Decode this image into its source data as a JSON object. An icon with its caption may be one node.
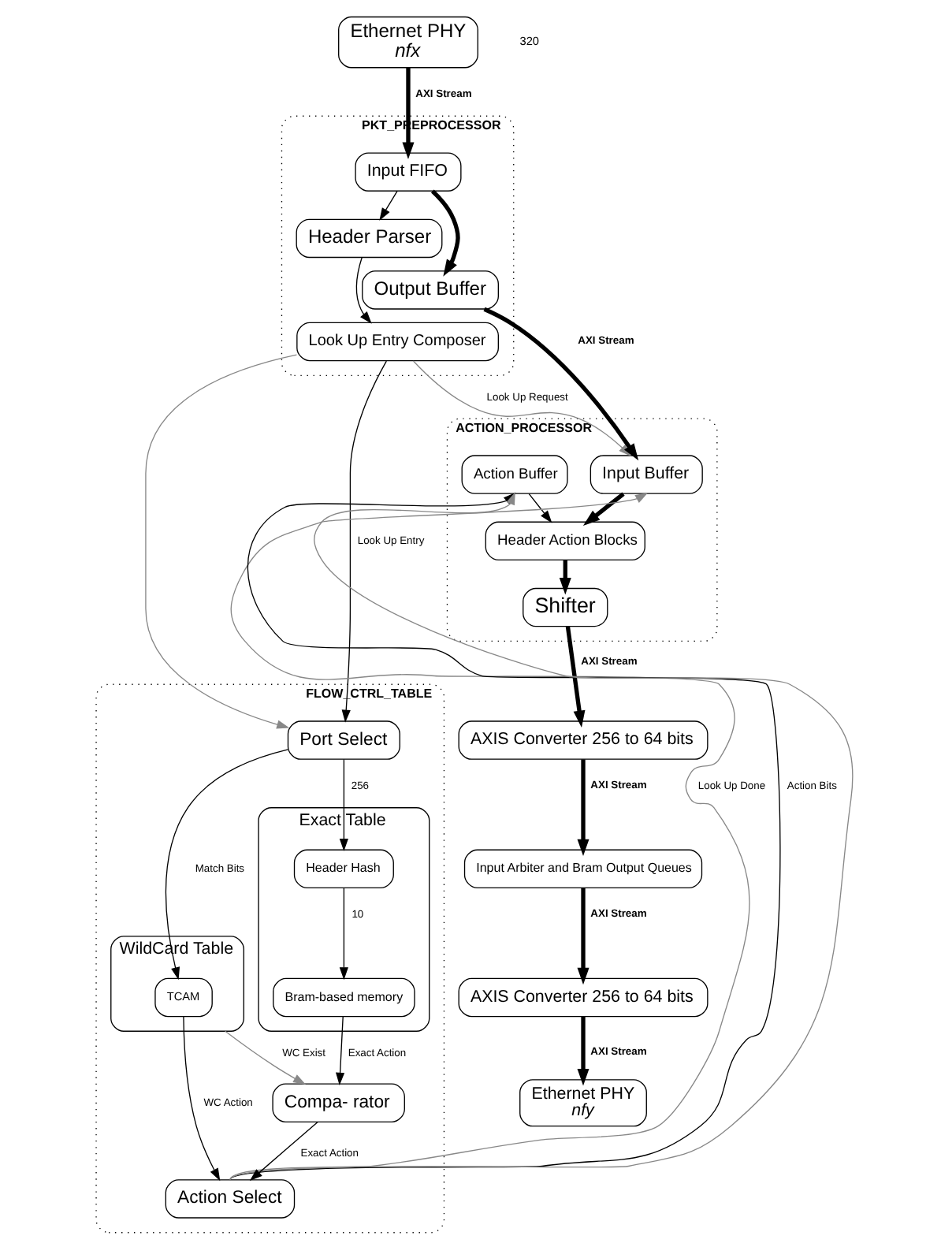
{
  "diagram": {
    "nodes": [
      {
        "text": [
          "Ethernet PHY",
          "nfx"
        ]
      },
      {
        "text": [
          "PKT_PREPROCESSOR"
        ]
      },
      {
        "text": [
          "Input FIFO"
        ],
        "in": 1
      },
      {
        "text": [
          "Header Parser"
        ],
        "in": 1
      },
      {
        "text": [
          "Look Up Entry Composer"
        ],
        "in": 1
      },
      {
        "text": [
          "Output Buffer"
        ],
        "in": 1
      },
      {
        "text": [
          "ACTION_PROCESSOR"
        ]
      },
      {
        "text": [
          "Header Action Blocks"
        ],
        "in": 6
      },
      {
        "text": [
          "Input Buffer"
        ],
        "in": 6
      },
      {
        "text": [
          "Shifter"
        ],
        "in": 6
      },
      {
        "text": [
          "Action Buffer"
        ],
        "in": 6
      },
      {
        "text": [
          "AXIS Converter 256 to 64 bits"
        ]
      },
      {
        "text": [
          "Input Arbiter and Bram Output Queues"
        ]
      },
      {
        "text": [
          "AXIS Converter 256 to 64 bits"
        ]
      },
      {
        "text": [
          "Ethernet PHY",
          "nfy"
        ]
      },
      {
        "text": [
          "FLOW_CTRL_TABLE"
        ]
      },
      {
        "text": [
          "Port Select"
        ],
        "in": 15
      },
      {
        "text": [
          "Action Select"
        ],
        "in": 15
      },
      {
        "text": [
          "WildCard Table"
        ],
        "in": 15
      },
      {
        "text": [
          "TCAM"
        ],
        "in": 18
      },
      {
        "text": [
          "Exact Table"
        ],
        "in": 15
      },
      {
        "text": [
          "Header Hash"
        ],
        "in": 20
      },
      {
        "text": [
          "Bram-based memory"
        ],
        "in": 20
      },
      {
        "text": [
          "Compa- rator"
        ],
        "in": 15
      }
    ],
    "edges": [
      {
        "from": 0,
        "to": 2,
        "arrow": "to",
        "label": "AXI Stream",
        "style": "thick"
      },
      {
        "from": 2,
        "to": 3,
        "arrow": "to"
      },
      {
        "from": 2,
        "to": 5,
        "arrow": "to",
        "style": "thick"
      },
      {
        "from": 3,
        "to": 4,
        "arrow": "to"
      },
      {
        "from": 5,
        "to": 8,
        "arrow": "to",
        "label": "AXI Stream",
        "style": "thick"
      },
      {
        "from": 4,
        "to": 8,
        "arrow": "to",
        "label": "Look Up Request",
        "color": "#888888"
      },
      {
        "from": 4,
        "to": 16,
        "arrow": "to",
        "color": "#888888"
      },
      {
        "from": 4,
        "to": 16,
        "arrow": "to",
        "label": "Look Up Entry"
      },
      {
        "from": 8,
        "to": 7,
        "arrow": "to",
        "style": "thick"
      },
      {
        "from": 10,
        "to": 7,
        "arrow": "to"
      },
      {
        "from": 7,
        "to": 9,
        "arrow": "to",
        "style": "thick"
      },
      {
        "from": 9,
        "to": 11,
        "arrow": "to",
        "label": "AXI Stream",
        "style": "thick"
      },
      {
        "from": 11,
        "to": 12,
        "arrow": "to",
        "label": "AXI Stream",
        "style": "thick"
      },
      {
        "from": 12,
        "to": 13,
        "arrow": "to",
        "label": "AXI Stream",
        "style": "thick"
      },
      {
        "from": 13,
        "to": 14,
        "arrow": "to",
        "label": "AXI Stream",
        "style": "thick"
      },
      {
        "from": 17,
        "to": 10,
        "arrow": "to",
        "label": "Action Bits"
      },
      {
        "from": 17,
        "to": 10,
        "arrow": "to",
        "color": "#888888"
      },
      {
        "from": 17,
        "to": 8,
        "arrow": "to",
        "label": "Look Up Done",
        "color": "#888888"
      },
      {
        "from": 16,
        "to": 19,
        "arrow": "to",
        "label": "Match Bits"
      },
      {
        "from": 16,
        "to": 21,
        "arrow": "to",
        "label": "256"
      },
      {
        "from": 21,
        "to": 22,
        "arrow": "to",
        "label": "10"
      },
      {
        "from": 19,
        "to": 17,
        "arrow": "to",
        "label": "WC Action"
      },
      {
        "from": 18,
        "to": 23,
        "arrow": "to",
        "label": "WC Exist",
        "color": "#888888"
      },
      {
        "from": 22,
        "to": 23,
        "arrow": "to",
        "label": "Exact Action"
      },
      {
        "from": 23,
        "to": 17,
        "arrow": "to",
        "label": "Exact Action"
      }
    ],
    "labels": [
      "320"
    ]
  }
}
